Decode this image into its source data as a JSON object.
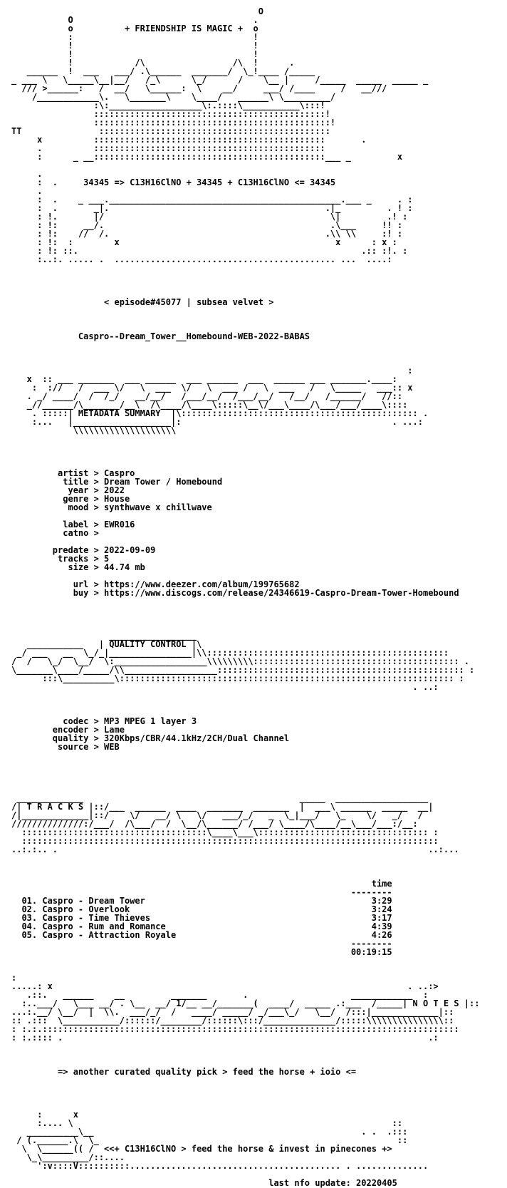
{
  "nfo": {
    "lines": [
      "                                                O",
      "           O                                   .",
      "           o          + FRIENDSHIP IS MAGIC +  o",
      "           :                                   !",
      "           !                                   !",
      "           !                                   !",
      "           !            /\\                 /\\  !      .",
      "   ______  !  ___   ___/ .\\______  _______/  \\_!____ /_____",
      "_ ___ \\   \\_____\\__|__/   /_\\      \\_/      /    \\__ |     /_____  _____  _____ _",
      "  /// >______:   /  __/   \\______:  \\    __/     ___/ /____     /   __///",
      "    /____________\\.   \\_______\\    \\____/   ______\\ \\_________/",
      "                :\\:__________________\\:.::::\\___________\\:::!",
      "                :::::::::::::::::::::::::::::::::::::::::::::!",
      "                ::::::::::::::::::::::::::::::::::::::::::::::!",
      "TT               :::::::::::::::::::::::::::::::::::::::::::::",
      "     x          :::::::::::::::::::::::::::::::::::::::::::::       .",
      "     .          :::::::::::::::::::::::::::::::::::::::::::::       ",
      "     :      _ __:::::::::::::::::::::::::::::::::::::::::::::___ _         x",
      "",
      "     .",
      "     :  .     34345 => C13H16ClNO + 34345 + C13H16ClNO <= 34345",
      "     .",
      "     :  .    _ ___._____________________________________________.___ _     . :",
      "     :  .       _|.                                          .|_         . ! :",
      "     : !.       |/                                            \\|         .! :",
      "     : !:     __/.                                            .\\___     !! :",
      "     : !:    //  /.                                          .\\\\ \\\\     :! :",
      "     : !:  :        x                                          x      : x :",
      "     : !: ::.                                                       .:: :!. :",
      "     :..:. ..... .  ........................................... ...  ....:",
      "",
      "",
      "",
      "",
      "                  < episode#45077 | subsea velvet >",
      "",
      "",
      "",
      "             Caspro--Dream_Tower__Homebound-WEB-2022-BABAS",
      "",
      "",
      "",
      "                                                                             :",
      "   x  :: ___ _______  ___ ______  ___ ______  ___  ______ ___ _______.____:",
      "    :  ://   /  ___ \\/   \\  ___  \\/   \\  ___ /   \\  ___   /   \\_____   ___:: x",
      "   . _/ ____/  /  /_/   __/__/   /___/__/  /___/__/   /__/   /______/   //::",
      "   _//______/\\_______/__\\  /\\____/\\____\\:::::\\__\\/___\\____/\\___/___/____\\::::",
      "    . :::::| METADATA SUMMARY  |\\:::::::::::::::::::::::::::::::::::::::::::::: .",
      "    :...   |___________________|:                                         . ...:",
      "            \\\\\\\\\\\\\\\\\\\\\\\\\\\\\\\\\\\\\\\\",
      "",
      "",
      "",
      "",
      "         artist > Caspro",
      "          title > Dream Tower / Homebound",
      "           year > 2022",
      "          genre > House",
      "           mood > synthwave x chillwave",
      "",
      "          label > EWR016",
      "          catno >",
      "",
      "        predate > 2022-09-09",
      "         tracks > 5",
      "           size > 44.74 mb",
      "",
      "            url > https://www.deezer.com/album/199765682",
      "            buy > https://www.discogs.com/release/24346619-Caspro-Dream-Tower-Homebound",
      "",
      "",
      "",
      "",
      "                   _________________",
      "   ___________   | QUALITY CONTROL |\\",
      " _/ ___   __  \\_/_|________________|\\\\:::::::::::::::::::::::::::::::::::::::::::::::",
      "/  /   \\_/  \\__/  \\:__________________\\\\\\\\\\\\\\\\\\:::::::::::::::::::::::::::::::::::::::: .",
      "\\_______\\____/_____/\\\\__________________:::::::::::::::::::::::::::::::::::::::::::::::: :",
      "      :::\\__________\\::::::::::::::::::::::::::::::::::::::::::::::::::::::::::::::::: :",
      "                                                                              . ..:",
      "",
      "",
      "",
      "          codec > MP3 MPEG 1 layer 3",
      "        encoder > Lame",
      "        quality > 320Kbps/CBR/44.1kHz/2CH/Dual Channel",
      "         source > WEB",
      "",
      "",
      "",
      "",
      "",
      " _____________                                          _____  __________________",
      "/| T R A C K S |::/___  ______  ____  _______  _______  |  ___\\ ______  _____  __|",
      "/|_____________|::/    \\/   __/ \\   \\/   ___/_/   _  \\_|___/   \\_    \\/   _/   /",
      "//////////////:/___/  /\\___/  /  \\__/\\______/ /___/ \\____/\\____/__\\___/___:/__:",
      "  ::::::::::::::::::::::::::::::::::::\\____\\___\\::::::::::::::::::::::::::::::::: :",
      "  ::::::::::::::::::::::::::::::::::::::::::::::::::::::::::::::::::::::::::::::::: ",
      "..:.:.. .                                                                        ..:...",
      "",
      "",
      "",
      "                                                                      time",
      "                                                                  --------",
      "  01. Caspro - Dream Tower                                            3:29",
      "  02. Caspro - Overlook                                               3:24",
      "  03. Caspro - Time Thieves                                           3:17",
      "  04. Caspro - Rum and Romance                                        4:39",
      "  05. Caspro - Attraction Royale                                      4:26",
      "                                                                  --------",
      "                                                                  00:19:15",
      "",
      "",
      ":",
      ".....: x                                                                     . ..:>",
      "   .::.   ______    __         _______       .                    ____________  :",
      "  :..___/   \\___ __/ . \\__  __/ 1/__ __/_______(  ____/  _____ .:___  /_____| N O T E S |::",
      "...:.__/ \\__/  |  \\\\.  ___/_/  /   ____/ _____/ _/___\\_/   \\__/  /:::|_____________|::",
      ":: .:::  \\___________/::::::/________/::::::\\:::/______________/:::::\\\\\\\\\\\\\\\\\\\\\\\\\\\\\\::",
      ": :.:.:::::::::::::::::::::::::::::::::::::::::::::::::::::::::::::::::::::::::::::::::",
      ": :.:::: .                                                                       .:",
      "",
      "",
      "",
      "         => another curated quality pick > feed the horse + ioio <=",
      "",
      "",
      "",
      "",
      "     :      x",
      "     :.... \\                                                              ::",
      "   __________\\__                                                    . .  .:::",
      " / (.______.\\  \\_                                                          ::",
      "  \\  \\______(( /  <<+ C13H16ClNO > feed the horse & invest in pinecones +>",
      "   \\_\\_________/::....",
      "     ':v::::V::::::::::......................................... . ..............",
      "",
      "                                                  last nfo update: 20220405"
    ]
  }
}
